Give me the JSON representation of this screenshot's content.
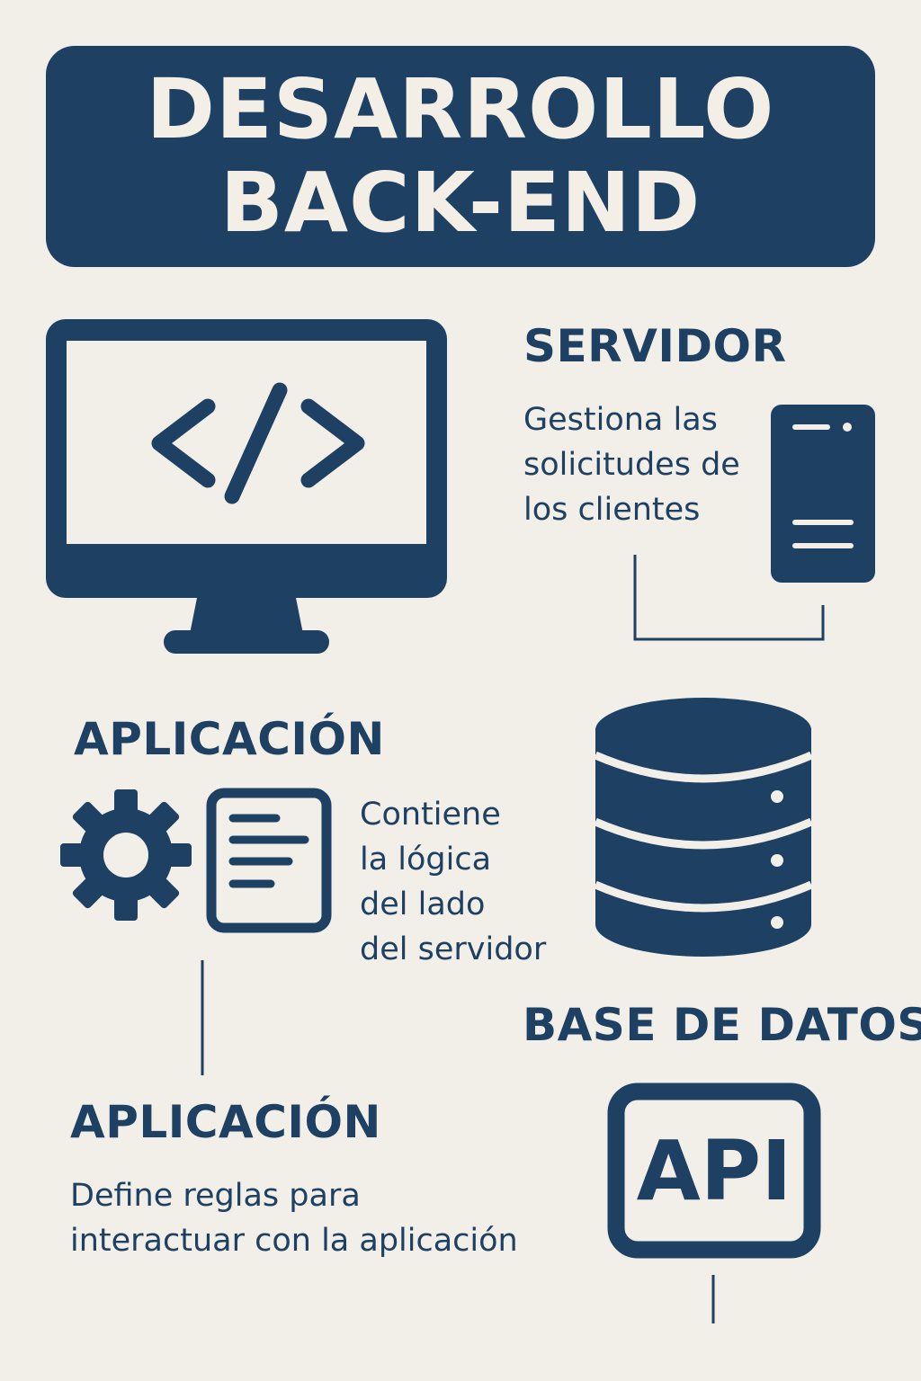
{
  "title": {
    "line1": "DESARROLLO",
    "line2": "BACK-END"
  },
  "servidor": {
    "heading": "SERVIDOR",
    "description_lines": [
      "Gestiona las",
      "solicitudes de",
      "los clientes"
    ]
  },
  "aplicacion_logica": {
    "heading": "APLICACIÓN",
    "description_lines": [
      "Contiene",
      "la lógica",
      "del lado",
      "del servidor"
    ]
  },
  "base_de_datos": {
    "heading": "BASE DE DATOS"
  },
  "aplicacion_api": {
    "heading": "APLICACIÓN",
    "description_lines": [
      "Define reglas para",
      "interactuar con la aplicación"
    ],
    "badge_text": "API"
  },
  "icons": {
    "monitor": "monitor-code-icon",
    "server": "server-tower-icon",
    "gear": "gear-icon",
    "document": "document-icon",
    "database": "database-icon",
    "api": "api-badge-icon"
  },
  "colors": {
    "primary": "#1e4063",
    "background": "#f2eee8",
    "banner_text": "#f4efe6"
  }
}
